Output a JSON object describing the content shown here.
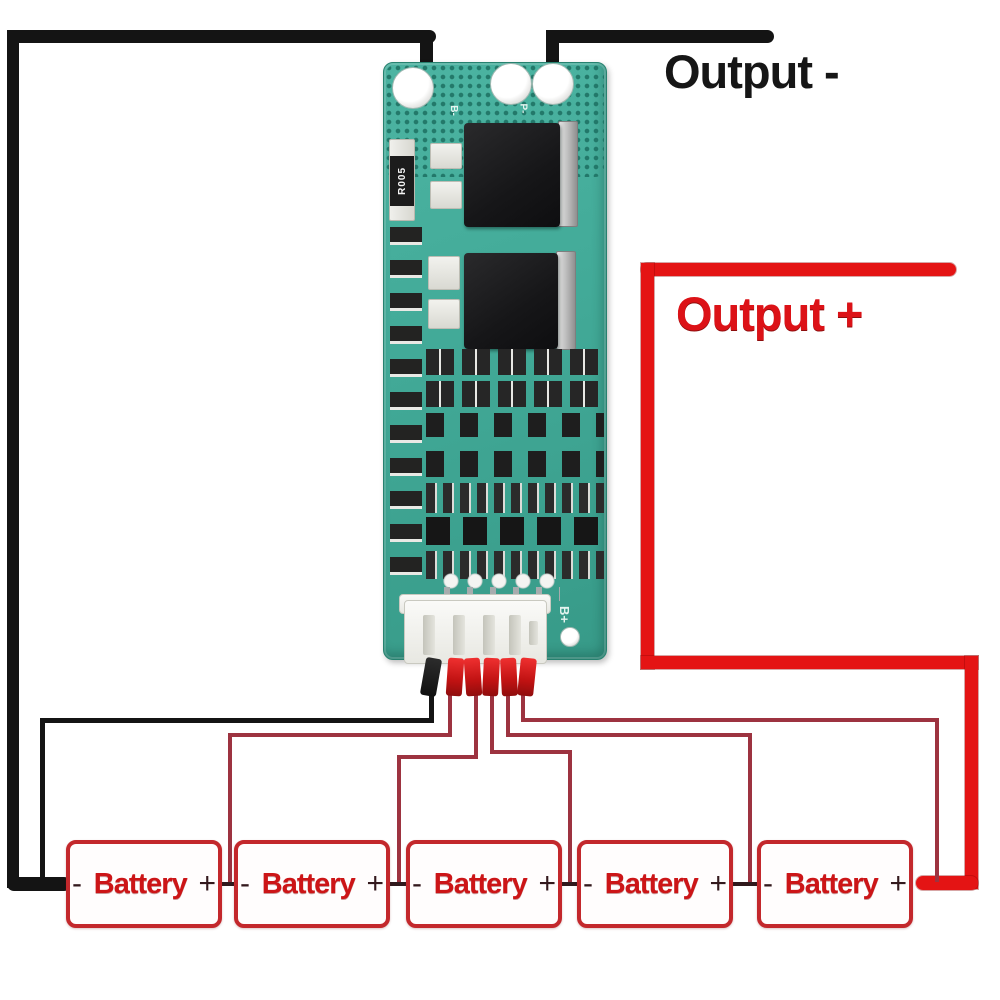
{
  "labels": {
    "output_negative": "Output -",
    "output_positive": "Output +"
  },
  "board": {
    "silkscreen": {
      "shunt_resistor": "R005",
      "pad_b_minus": "B-",
      "pad_p_minus": "P-",
      "pad_b_plus": "B+"
    }
  },
  "batteries": [
    {
      "minus": "-",
      "label": "Battery",
      "plus": "+"
    },
    {
      "minus": "-",
      "label": "Battery",
      "plus": "+"
    },
    {
      "minus": "-",
      "label": "Battery",
      "plus": "+"
    },
    {
      "minus": "-",
      "label": "Battery",
      "plus": "+"
    },
    {
      "minus": "-",
      "label": "Battery",
      "plus": "+"
    }
  ],
  "colors": {
    "wire_black": "#141414",
    "wire_red": "#e41414",
    "wire_maroon": "#9d3340",
    "battery_border": "#c3282c",
    "battery_text": "#cc1517",
    "terminal_text": "#33191d",
    "pcb": "#43ab99",
    "pcb_dark": "#2d8d7d",
    "output_neg_text": "#161616",
    "output_pos_text": "#dc1217"
  }
}
